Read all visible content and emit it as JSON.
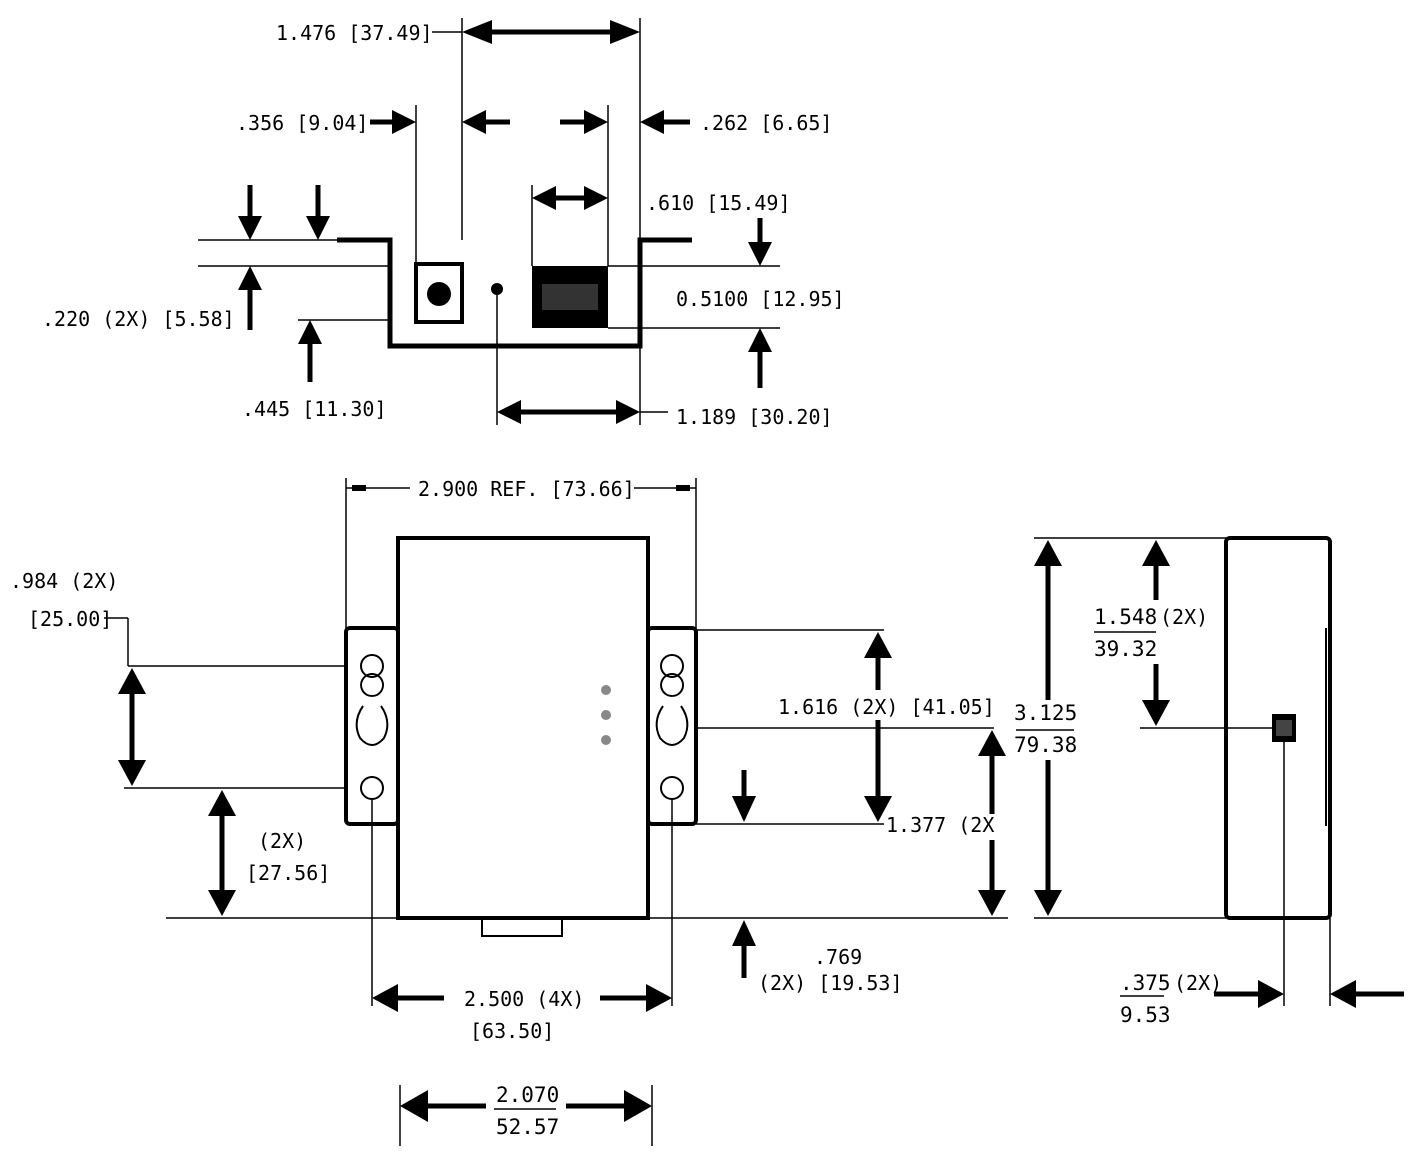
{
  "dimensions": {
    "d_1476": "1.476 [37.49]",
    "d_356": ".356 [9.04]",
    "d_262": ".262 [6.65]",
    "d_610": ".610 [15.49]",
    "d_220": ".220 (2X) [5.58]",
    "d_5100": "0.5100 [12.95]",
    "d_445": ".445 [11.30]",
    "d_1189": "1.189 [30.20]",
    "d_2900": "2.900 REF. [73.66]",
    "d_984_a": ".984 (2X)",
    "d_984_b": "[25.00]",
    "d_1616": "1.616 (2X) [41.05]",
    "d_1377": "1.377 (2X",
    "d_2x": "(2X)",
    "d_2756": "[27.56]",
    "d_769_a": ".769",
    "d_769_b": "(2X) [19.53]",
    "d_2500_a": "2.500 (4X)",
    "d_2500_b": "[63.50]",
    "d_2070_num": "2.070",
    "d_2070_den": "52.57",
    "d_3125_num": "3.125",
    "d_3125_den": "79.38",
    "d_1548_num": "1.548",
    "d_1548_note": "(2X)",
    "d_1548_den": "39.32",
    "d_375_num": ".375",
    "d_375_note": "(2X)",
    "d_375_den": "9.53"
  }
}
